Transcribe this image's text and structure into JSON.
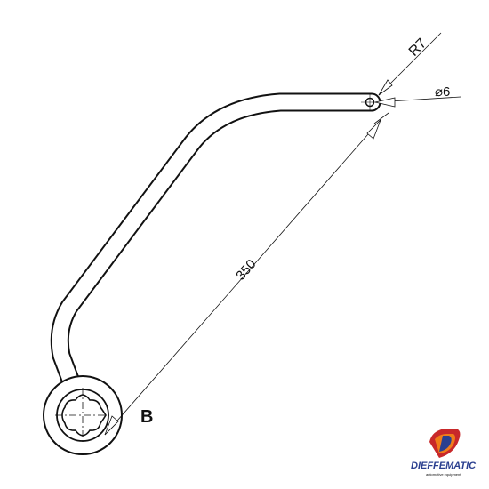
{
  "drawing": {
    "dimensions": {
      "radius_label": "R7",
      "diameter_label": "⌀6",
      "length_label": "350"
    },
    "section_label": "B"
  },
  "logo": {
    "name": "DIEFFEMATIC",
    "tagline": "automotive equipment",
    "colors": {
      "blue": "#2a3f8f",
      "orange": "#f07c1a",
      "red": "#c8282a"
    }
  },
  "colors": {
    "line": "#111111",
    "background": "#ffffff"
  }
}
